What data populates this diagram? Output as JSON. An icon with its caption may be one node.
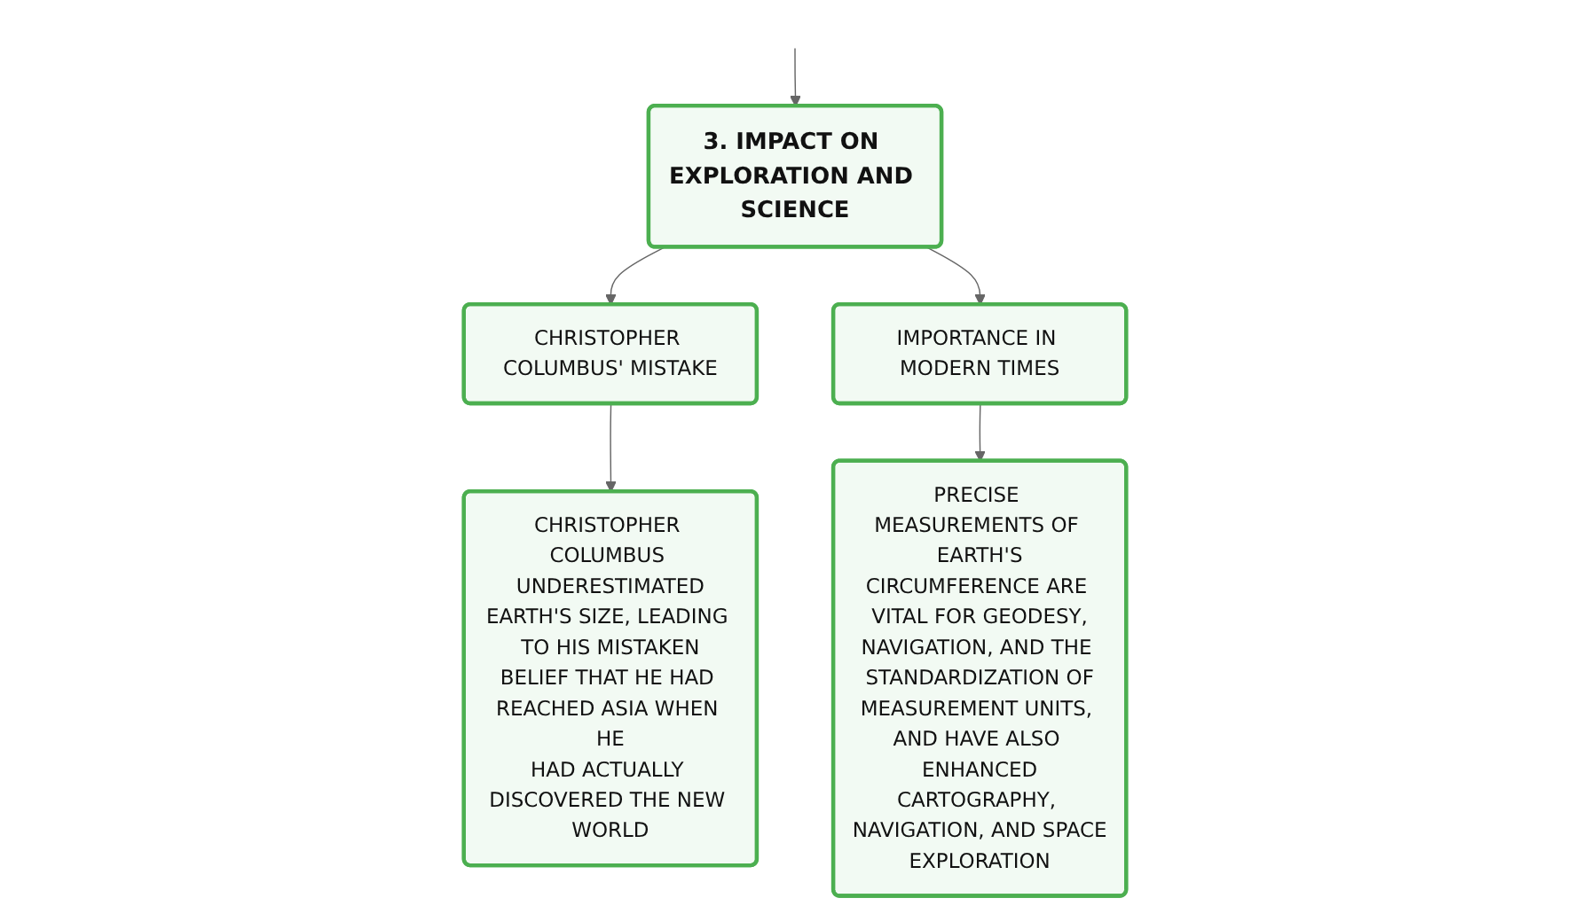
{
  "diagram": {
    "nodes": [
      {
        "text": [
          "3. IMPACT ON EXPLORATION AND SCIENCE"
        ]
      },
      {
        "text": [
          "CHRISTOPHER COLUMBUS' MISTAKE"
        ]
      },
      {
        "text": [
          "IMPORTANCE IN MODERN TIMES"
        ]
      },
      {
        "text": [
          "CHRISTOPHER COLUMBUS UNDERESTIMATED EARTH'S SIZE, LEADING TO HIS MISTAKEN BELIEF THAT HE HAD REACHED ASIA WHEN HE HAD ACTUALLY DISCOVERED THE NEW WORLD"
        ]
      },
      {
        "text": [
          "PRECISE MEASUREMENTS OF EARTH'S CIRCUMFERENCE ARE VITAL FOR GEODESY, NAVIGATION, AND THE STANDARDIZATION OF MEASUREMENT UNITS, AND HAVE ALSO ENHANCED CARTOGRAPHY, NAVIGATION, AND SPACE EXPLORATION"
        ]
      }
    ],
    "edges": [
      {
        "from": null,
        "to": 0,
        "arrow": "to"
      },
      {
        "from": 0,
        "to": 1,
        "arrow": "to"
      },
      {
        "from": 0,
        "to": 2,
        "arrow": "to"
      },
      {
        "from": 1,
        "to": 3,
        "arrow": "to"
      },
      {
        "from": 2,
        "to": 4,
        "arrow": "to"
      }
    ]
  }
}
